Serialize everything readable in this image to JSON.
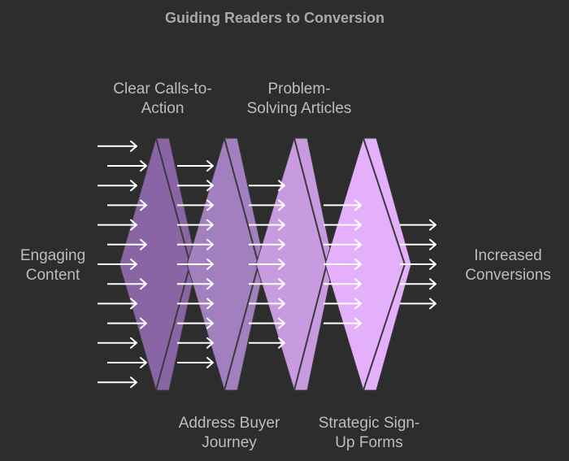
{
  "title": "Guiding Readers to Conversion",
  "input_label": "Engaging\nContent",
  "output_label": "Increased\nConversions",
  "stages": [
    {
      "label": "Clear Calls-to-\nAction",
      "color": "#8a65a6",
      "label_position": "top"
    },
    {
      "label": "Address Buyer\nJourney",
      "color": "#a27fbe",
      "label_position": "bottom"
    },
    {
      "label": "Problem-\nSolving Articles",
      "color": "#c89ae0",
      "label_position": "top"
    },
    {
      "label": "Strategic Sign-\nUp Forms",
      "color": "#e5b0fb",
      "label_position": "bottom"
    }
  ],
  "colors": {
    "background": "#2d2d2d",
    "arrow": "#ffffff",
    "text": "#bdbdbd",
    "outline": "#3a3a3a"
  },
  "arrow_counts": [
    13,
    11,
    9,
    7,
    5
  ]
}
